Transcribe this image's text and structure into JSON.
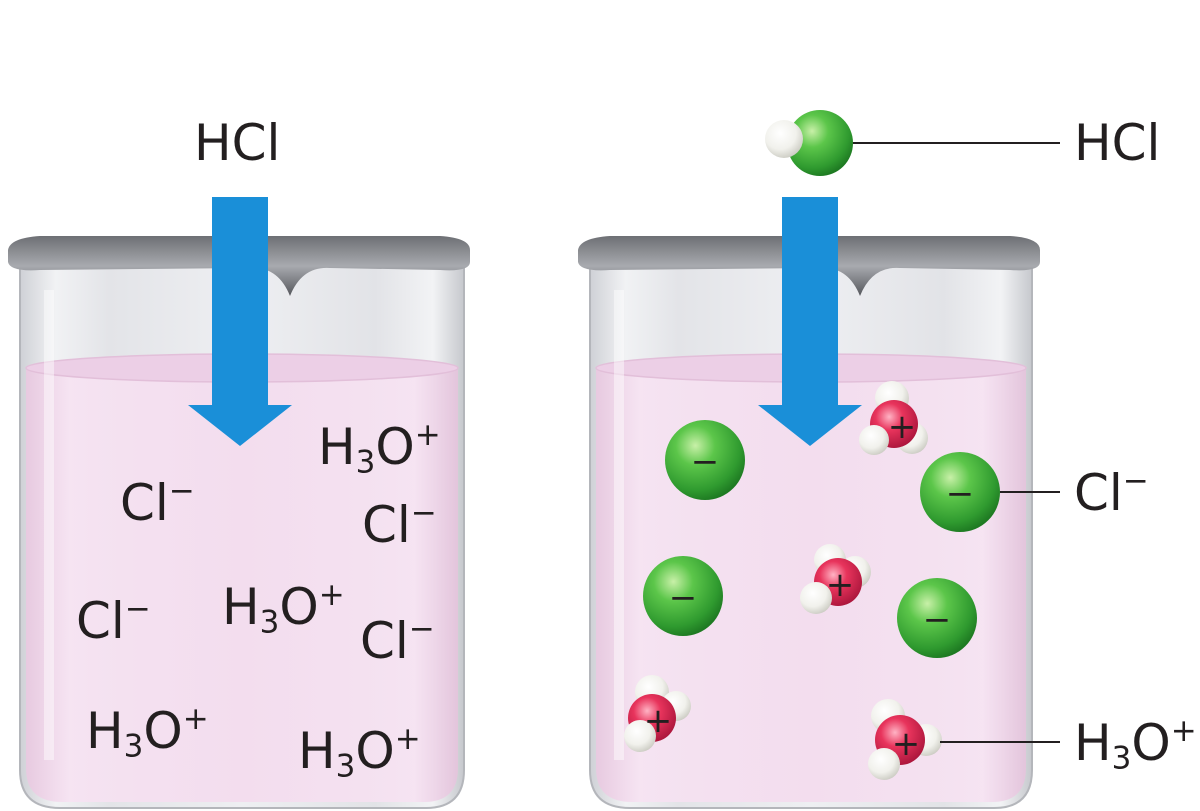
{
  "left_beaker": {
    "reactant_label": "HCl",
    "ions": [
      {
        "symbol": "Cl",
        "subscript": "",
        "charge": "−"
      },
      {
        "symbol": "H",
        "subscript": "3",
        "after": "O",
        "charge": "+"
      },
      {
        "symbol": "Cl",
        "subscript": "",
        "charge": "−"
      },
      {
        "symbol": "Cl",
        "subscript": "",
        "charge": "−"
      },
      {
        "symbol": "H",
        "subscript": "3",
        "after": "O",
        "charge": "+"
      },
      {
        "symbol": "Cl",
        "subscript": "",
        "charge": "−"
      },
      {
        "symbol": "H",
        "subscript": "3",
        "after": "O",
        "charge": "+"
      },
      {
        "symbol": "H",
        "subscript": "3",
        "after": "O",
        "charge": "+"
      }
    ]
  },
  "right_beaker": {
    "legend": {
      "hcl": "HCl",
      "chloride": {
        "symbol": "Cl",
        "charge": "−"
      },
      "hydronium": {
        "symbol": "H",
        "subscript": "3",
        "after": "O",
        "charge": "+"
      }
    },
    "chloride_sign": "−",
    "hydronium_sign": "+"
  },
  "colors": {
    "arrow": "#1a8fd8",
    "solution": "#f3dcee",
    "chloride": "#3cae3c",
    "oxygen": "#e0284e",
    "hydrogen": "#f4f4f0",
    "text": "#231f20"
  }
}
